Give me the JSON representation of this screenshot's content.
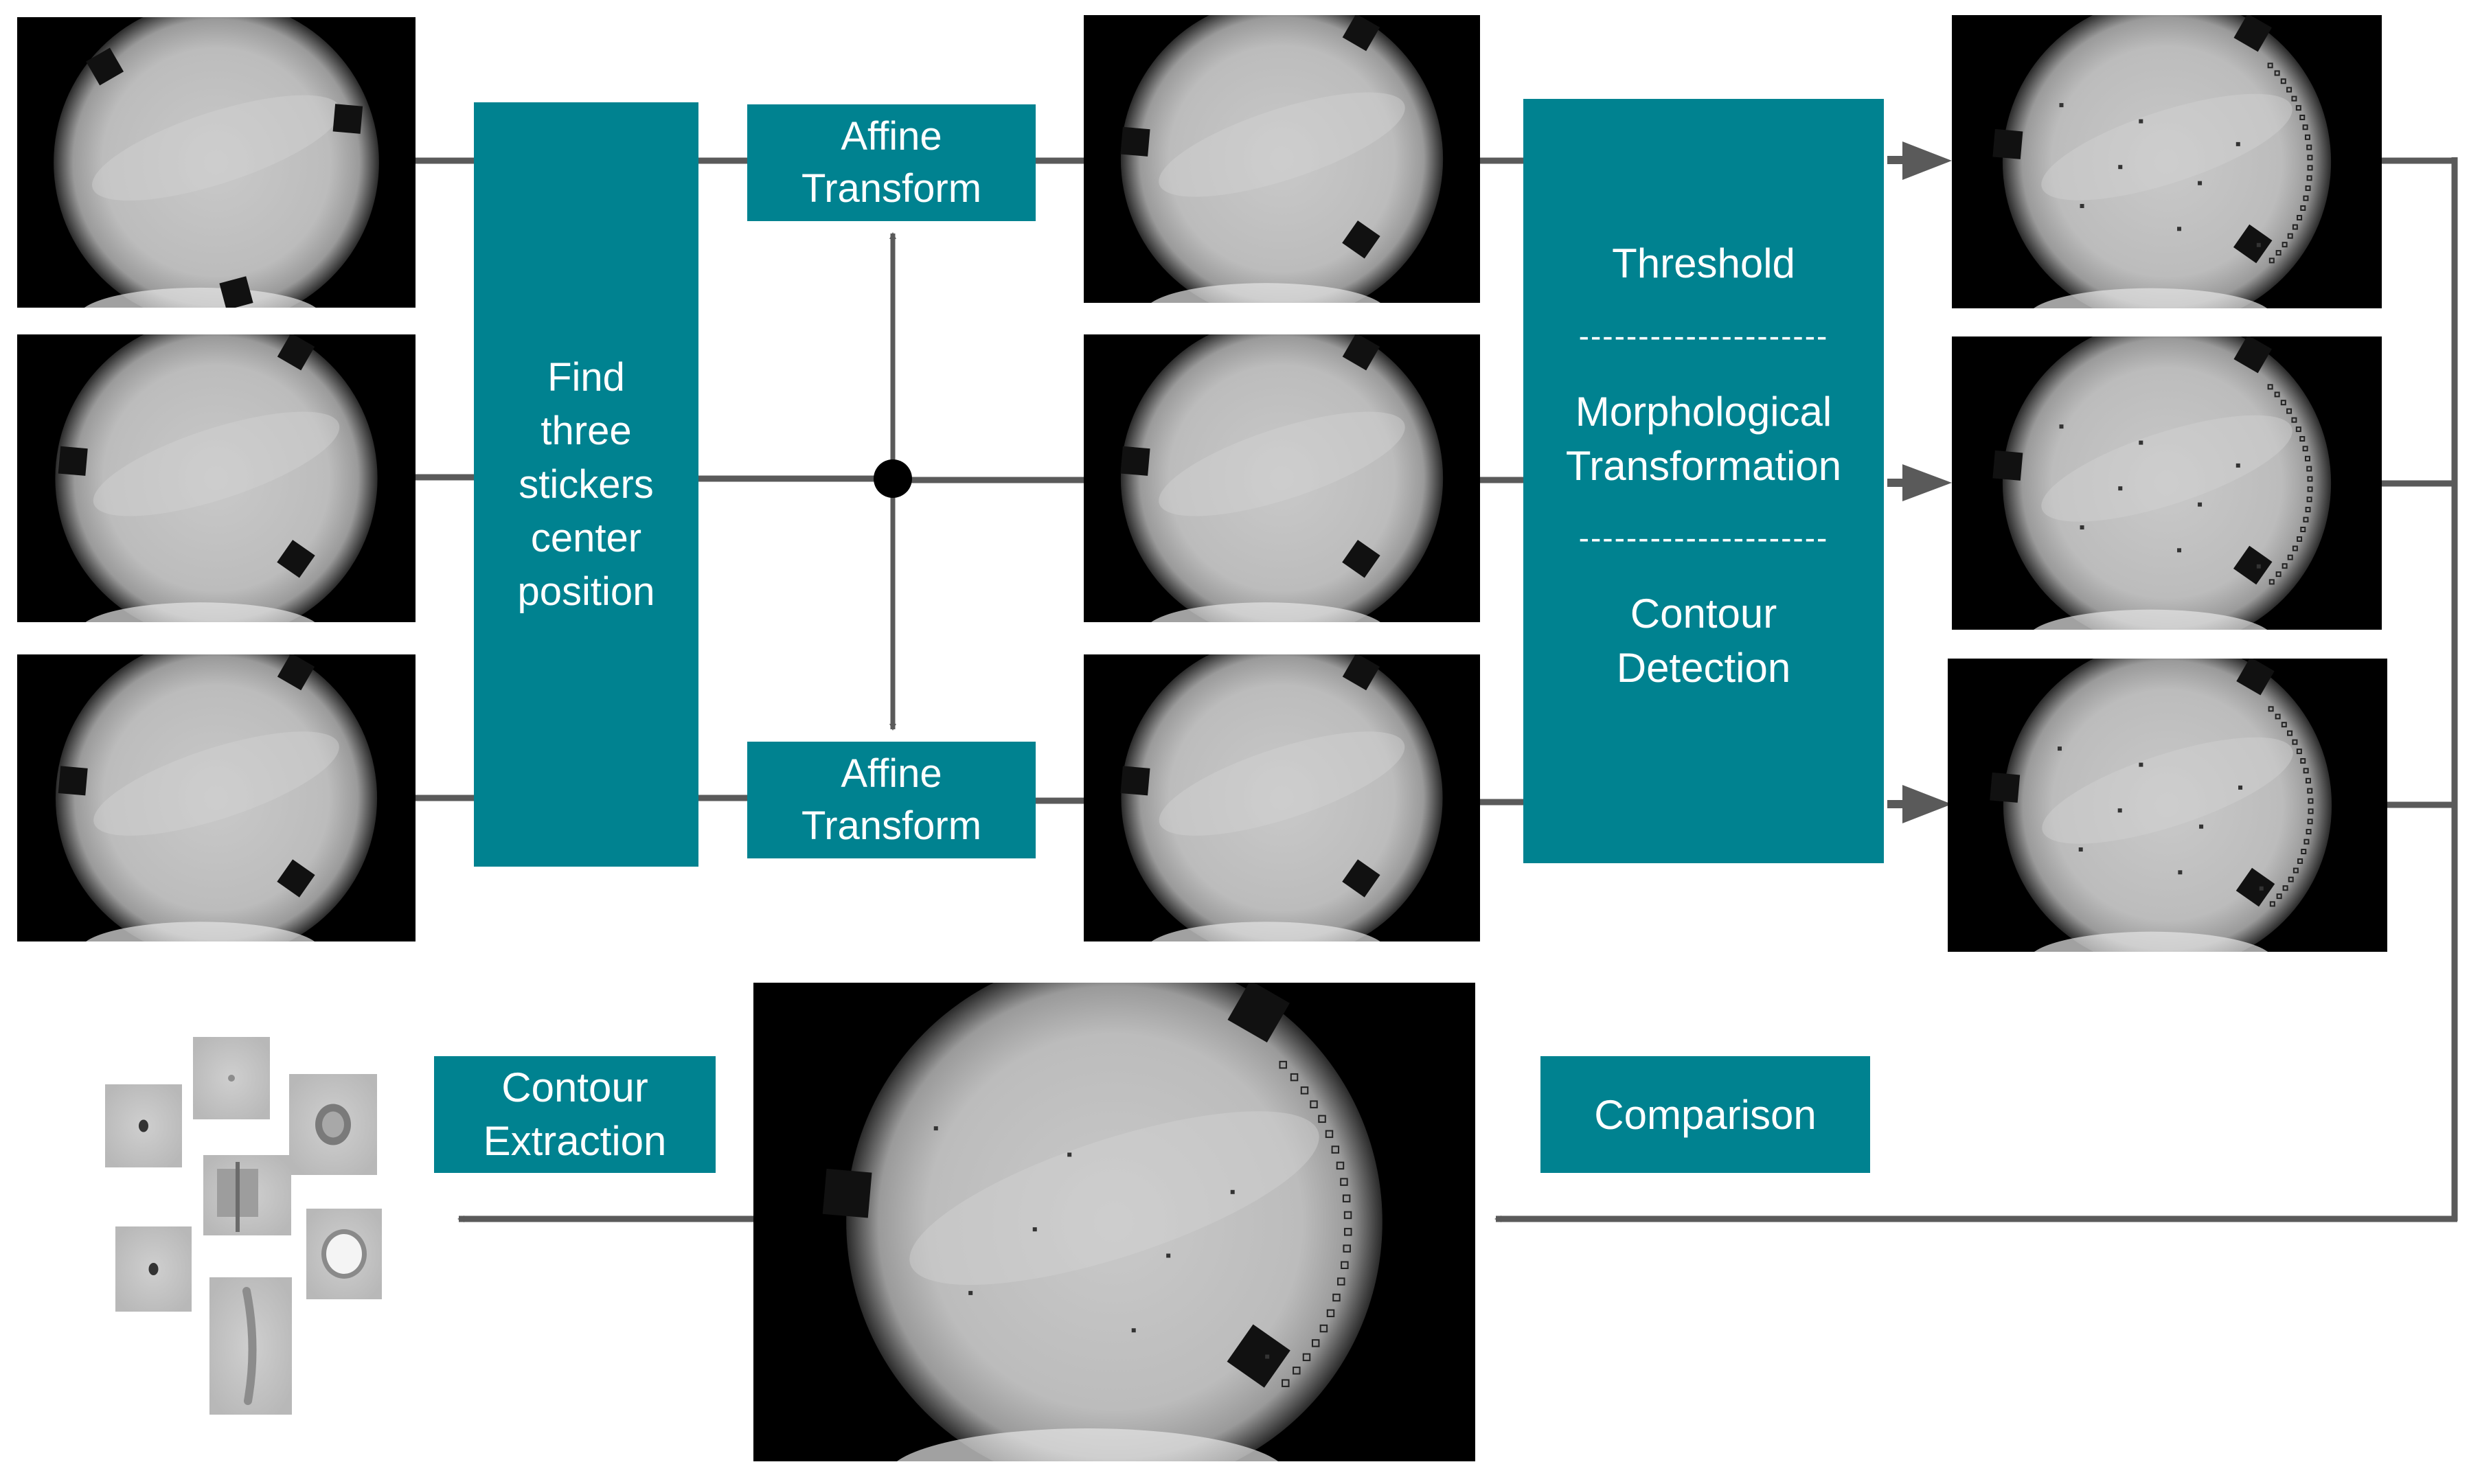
{
  "find_box": {
    "lines": [
      "Find",
      "three",
      "stickers",
      "center",
      "position"
    ]
  },
  "affine_top": {
    "lines": [
      "Affine",
      "Transform"
    ]
  },
  "affine_bottom": {
    "lines": [
      "Affine",
      "Transform"
    ]
  },
  "process_box": {
    "step1": "Threshold",
    "divider": "---------------------",
    "step2_lines": [
      "Morphological",
      "Transformation"
    ],
    "step3_lines": [
      "Contour",
      "Detection"
    ]
  },
  "comparison": {
    "label": "Comparison"
  },
  "contour_extraction": {
    "lines": [
      "Contour",
      "Extraction"
    ]
  },
  "colors": {
    "accent": "#008290",
    "connector": "#5a5a5a",
    "frame_bg": "#000000",
    "dish": "#bdbdbd"
  }
}
